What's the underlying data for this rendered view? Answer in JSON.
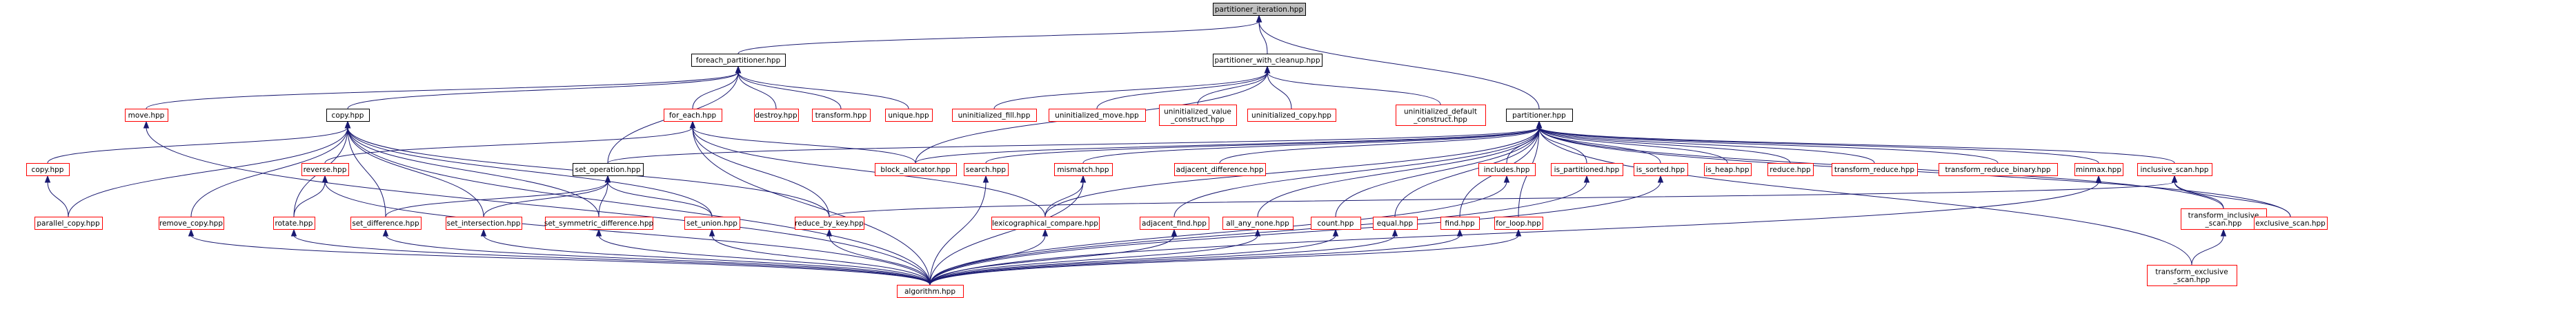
{
  "colors": {
    "edge": "#191970",
    "node_border_documented": "#000000",
    "node_border_undocumented": "#ff0000",
    "root_fill": "#bfbfbf",
    "background": "#ffffff"
  },
  "nodes": [
    {
      "id": "root",
      "lines": [
        "partitioner_iteration.hpp"
      ],
      "style": "root"
    },
    {
      "id": "foreach_partitioner",
      "lines": [
        "foreach_partitioner.hpp"
      ],
      "style": "black"
    },
    {
      "id": "partitioner_with_cleanup",
      "lines": [
        "partitioner_with_cleanup.hpp"
      ],
      "style": "black"
    },
    {
      "id": "partitioner",
      "lines": [
        "partitioner.hpp"
      ],
      "style": "black"
    },
    {
      "id": "move",
      "lines": [
        "move.hpp"
      ],
      "style": "red"
    },
    {
      "id": "copy_main",
      "lines": [
        "copy.hpp"
      ],
      "style": "black"
    },
    {
      "id": "for_each",
      "lines": [
        "for_each.hpp"
      ],
      "style": "red"
    },
    {
      "id": "destroy",
      "lines": [
        "destroy.hpp"
      ],
      "style": "red"
    },
    {
      "id": "transform",
      "lines": [
        "transform.hpp"
      ],
      "style": "red"
    },
    {
      "id": "unique",
      "lines": [
        "unique.hpp"
      ],
      "style": "red"
    },
    {
      "id": "uninit_fill",
      "lines": [
        "uninitialized_fill.hpp"
      ],
      "style": "red"
    },
    {
      "id": "uninit_move",
      "lines": [
        "uninitialized_move.hpp"
      ],
      "style": "red"
    },
    {
      "id": "uninit_value",
      "lines": [
        "uninitialized_value",
        "_construct.hpp"
      ],
      "style": "red"
    },
    {
      "id": "uninit_copy",
      "lines": [
        "uninitialized_copy.hpp"
      ],
      "style": "red"
    },
    {
      "id": "uninit_default",
      "lines": [
        "uninitialized_default",
        "_construct.hpp"
      ],
      "style": "red"
    },
    {
      "id": "copy2",
      "lines": [
        "copy.hpp"
      ],
      "style": "red"
    },
    {
      "id": "parallel_copy",
      "lines": [
        "parallel_copy.hpp"
      ],
      "style": "red"
    },
    {
      "id": "reverse",
      "lines": [
        "reverse.hpp"
      ],
      "style": "red"
    },
    {
      "id": "rotate",
      "lines": [
        "rotate.hpp"
      ],
      "style": "red"
    },
    {
      "id": "remove_copy",
      "lines": [
        "remove_copy.hpp"
      ],
      "style": "red"
    },
    {
      "id": "set_operation",
      "lines": [
        "set_operation.hpp"
      ],
      "style": "black"
    },
    {
      "id": "set_difference",
      "lines": [
        "set_difference.hpp"
      ],
      "style": "red"
    },
    {
      "id": "set_intersection",
      "lines": [
        "set_intersection.hpp"
      ],
      "style": "red"
    },
    {
      "id": "set_symmetric_difference",
      "lines": [
        "set_symmetric_difference.hpp"
      ],
      "style": "red"
    },
    {
      "id": "set_union",
      "lines": [
        "set_union.hpp"
      ],
      "style": "red"
    },
    {
      "id": "block_allocator",
      "lines": [
        "block_allocator.hpp"
      ],
      "style": "red"
    },
    {
      "id": "search",
      "lines": [
        "search.hpp"
      ],
      "style": "red"
    },
    {
      "id": "reduce_by_key",
      "lines": [
        "reduce_by_key.hpp"
      ],
      "style": "red"
    },
    {
      "id": "mismatch",
      "lines": [
        "mismatch.hpp"
      ],
      "style": "red"
    },
    {
      "id": "lexicographical_compare",
      "lines": [
        "lexicographical_compare.hpp"
      ],
      "style": "red"
    },
    {
      "id": "adjacent_difference",
      "lines": [
        "adjacent_difference.hpp"
      ],
      "style": "red"
    },
    {
      "id": "adjacent_find",
      "lines": [
        "adjacent_find.hpp"
      ],
      "style": "red"
    },
    {
      "id": "all_any_none",
      "lines": [
        "all_any_none.hpp"
      ],
      "style": "red"
    },
    {
      "id": "count",
      "lines": [
        "count.hpp"
      ],
      "style": "red"
    },
    {
      "id": "equal",
      "lines": [
        "equal.hpp"
      ],
      "style": "red"
    },
    {
      "id": "find",
      "lines": [
        "find.hpp"
      ],
      "style": "red"
    },
    {
      "id": "for_loop",
      "lines": [
        "for_loop.hpp"
      ],
      "style": "red"
    },
    {
      "id": "includes",
      "lines": [
        "includes.hpp"
      ],
      "style": "red"
    },
    {
      "id": "is_partitioned",
      "lines": [
        "is_partitioned.hpp"
      ],
      "style": "red"
    },
    {
      "id": "is_sorted",
      "lines": [
        "is_sorted.hpp"
      ],
      "style": "red"
    },
    {
      "id": "is_heap",
      "lines": [
        "is_heap.hpp"
      ],
      "style": "red"
    },
    {
      "id": "reduce",
      "lines": [
        "reduce.hpp"
      ],
      "style": "red"
    },
    {
      "id": "transform_reduce",
      "lines": [
        "transform_reduce.hpp"
      ],
      "style": "red"
    },
    {
      "id": "transform_reduce_binary",
      "lines": [
        "transform_reduce_binary.hpp"
      ],
      "style": "red"
    },
    {
      "id": "minmax",
      "lines": [
        "minmax.hpp"
      ],
      "style": "red"
    },
    {
      "id": "inclusive_scan",
      "lines": [
        "inclusive_scan.hpp"
      ],
      "style": "red"
    },
    {
      "id": "transform_inclusive_scan",
      "lines": [
        "transform_inclusive",
        "_scan.hpp"
      ],
      "style": "red"
    },
    {
      "id": "exclusive_scan",
      "lines": [
        "exclusive_scan.hpp"
      ],
      "style": "red"
    },
    {
      "id": "transform_exclusive_scan",
      "lines": [
        "transform_exclusive",
        "_scan.hpp"
      ],
      "style": "red"
    },
    {
      "id": "algorithm",
      "lines": [
        "algorithm.hpp"
      ],
      "style": "red"
    }
  ],
  "edges": [
    [
      "root",
      "foreach_partitioner"
    ],
    [
      "root",
      "partitioner_with_cleanup"
    ],
    [
      "root",
      "partitioner"
    ],
    [
      "foreach_partitioner",
      "move"
    ],
    [
      "foreach_partitioner",
      "copy_main"
    ],
    [
      "foreach_partitioner",
      "for_each"
    ],
    [
      "foreach_partitioner",
      "destroy"
    ],
    [
      "foreach_partitioner",
      "transform"
    ],
    [
      "foreach_partitioner",
      "unique"
    ],
    [
      "foreach_partitioner",
      "set_operation"
    ],
    [
      "partitioner_with_cleanup",
      "uninit_fill"
    ],
    [
      "partitioner_with_cleanup",
      "uninit_move"
    ],
    [
      "partitioner_with_cleanup",
      "uninit_value"
    ],
    [
      "partitioner_with_cleanup",
      "uninit_copy"
    ],
    [
      "partitioner_with_cleanup",
      "uninit_default"
    ],
    [
      "partitioner_with_cleanup",
      "block_allocator"
    ],
    [
      "move",
      "algorithm"
    ],
    [
      "copy_main",
      "copy2"
    ],
    [
      "copy_main",
      "parallel_copy"
    ],
    [
      "copy_main",
      "rotate"
    ],
    [
      "copy_main",
      "remove_copy"
    ],
    [
      "copy_main",
      "set_difference"
    ],
    [
      "copy_main",
      "set_intersection"
    ],
    [
      "copy_main",
      "set_symmetric_difference"
    ],
    [
      "copy_main",
      "set_union"
    ],
    [
      "copy_main",
      "reduce_by_key"
    ],
    [
      "copy_main",
      "algorithm"
    ],
    [
      "copy2",
      "parallel_copy"
    ],
    [
      "for_each",
      "reverse"
    ],
    [
      "for_each",
      "reduce_by_key"
    ],
    [
      "for_each",
      "lexicographical_compare"
    ],
    [
      "for_each",
      "block_allocator"
    ],
    [
      "for_each",
      "algorithm"
    ],
    [
      "reverse",
      "rotate"
    ],
    [
      "reverse",
      "algorithm"
    ],
    [
      "rotate",
      "algorithm"
    ],
    [
      "remove_copy",
      "algorithm"
    ],
    [
      "set_operation",
      "set_difference"
    ],
    [
      "set_operation",
      "set_intersection"
    ],
    [
      "set_operation",
      "set_symmetric_difference"
    ],
    [
      "set_operation",
      "set_union"
    ],
    [
      "set_difference",
      "algorithm"
    ],
    [
      "set_intersection",
      "algorithm"
    ],
    [
      "set_symmetric_difference",
      "algorithm"
    ],
    [
      "set_union",
      "algorithm"
    ],
    [
      "reduce_by_key",
      "algorithm"
    ],
    [
      "search",
      "algorithm"
    ],
    [
      "mismatch",
      "lexicographical_compare"
    ],
    [
      "mismatch",
      "algorithm"
    ],
    [
      "lexicographical_compare",
      "algorithm"
    ],
    [
      "adjacent_find",
      "algorithm"
    ],
    [
      "all_any_none",
      "algorithm"
    ],
    [
      "count",
      "algorithm"
    ],
    [
      "equal",
      "algorithm"
    ],
    [
      "find",
      "algorithm"
    ],
    [
      "for_loop",
      "algorithm"
    ],
    [
      "includes",
      "algorithm"
    ],
    [
      "is_partitioned",
      "algorithm"
    ],
    [
      "is_sorted",
      "algorithm"
    ],
    [
      "minmax",
      "algorithm"
    ],
    [
      "inclusive_scan",
      "reduce_by_key"
    ],
    [
      "inclusive_scan",
      "transform_inclusive_scan"
    ],
    [
      "inclusive_scan",
      "exclusive_scan"
    ],
    [
      "transform_inclusive_scan",
      "transform_exclusive_scan"
    ],
    [
      "partitioner",
      "set_operation"
    ],
    [
      "partitioner",
      "block_allocator"
    ],
    [
      "partitioner",
      "search"
    ],
    [
      "partitioner",
      "lexicographical_compare"
    ],
    [
      "partitioner",
      "mismatch"
    ],
    [
      "partitioner",
      "adjacent_difference"
    ],
    [
      "partitioner",
      "adjacent_find"
    ],
    [
      "partitioner",
      "all_any_none"
    ],
    [
      "partitioner",
      "count"
    ],
    [
      "partitioner",
      "equal"
    ],
    [
      "partitioner",
      "find"
    ],
    [
      "partitioner",
      "for_loop"
    ],
    [
      "partitioner",
      "includes"
    ],
    [
      "partitioner",
      "is_partitioned"
    ],
    [
      "partitioner",
      "is_sorted"
    ],
    [
      "partitioner",
      "is_heap"
    ],
    [
      "partitioner",
      "reduce"
    ],
    [
      "partitioner",
      "transform_reduce"
    ],
    [
      "partitioner",
      "transform_reduce_binary"
    ],
    [
      "partitioner",
      "minmax"
    ],
    [
      "partitioner",
      "inclusive_scan"
    ],
    [
      "partitioner",
      "exclusive_scan"
    ],
    [
      "partitioner",
      "transform_inclusive_scan"
    ],
    [
      "partitioner",
      "transform_exclusive_scan"
    ]
  ]
}
